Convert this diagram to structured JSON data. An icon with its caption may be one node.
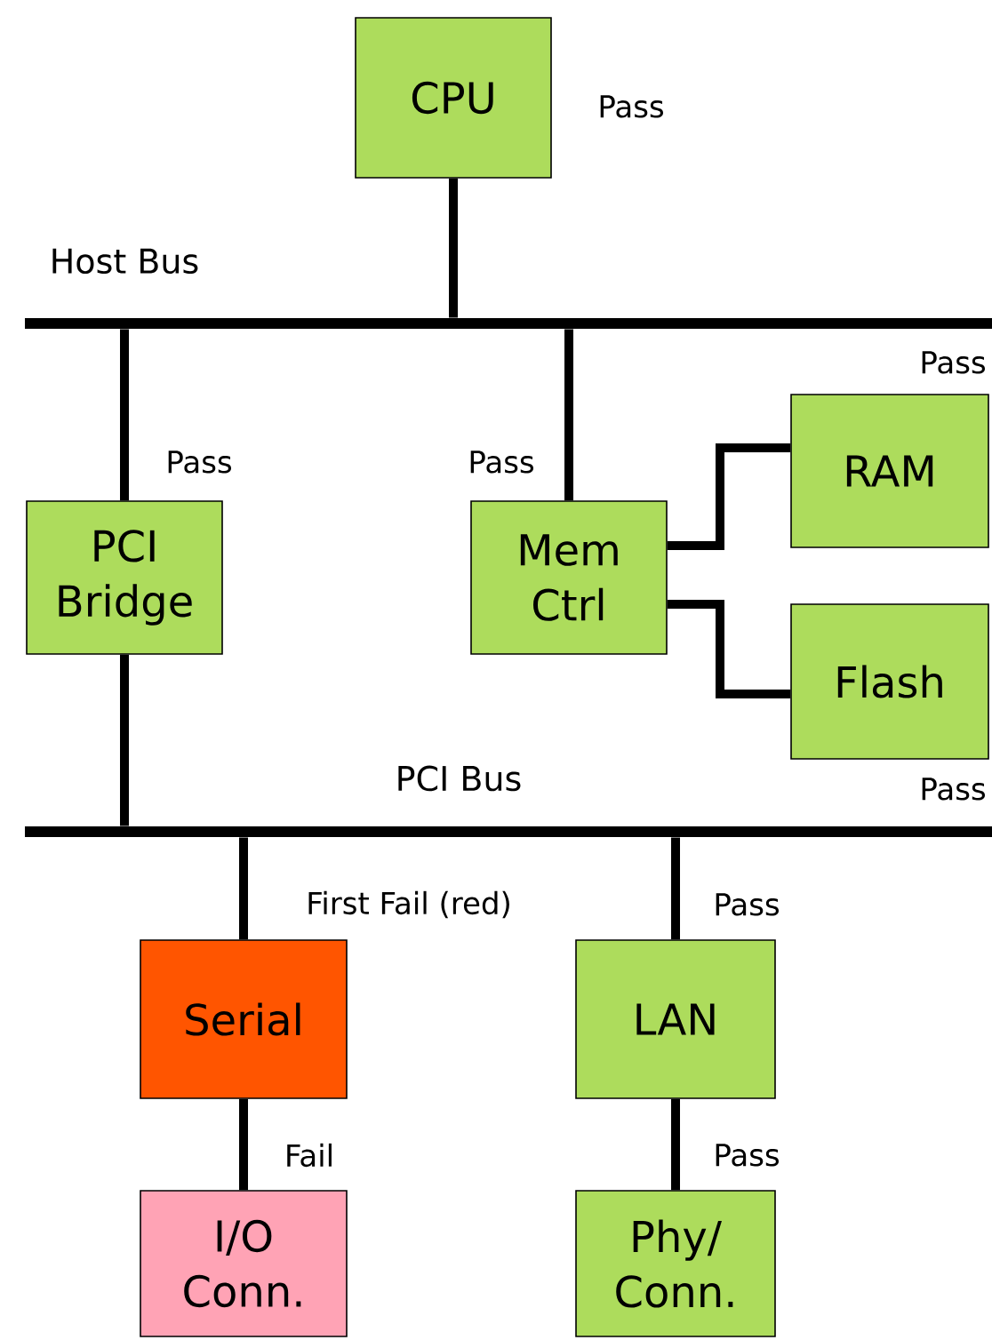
{
  "diagram": {
    "nodes": [
      {
        "text": [
          "CPU"
        ],
        "beside": [
          "Pass"
        ]
      },
      {
        "text": [
          "Host Bus"
        ]
      },
      {
        "text": [
          "PCI Bridge"
        ]
      },
      {
        "text": [
          "Mem Ctrl"
        ]
      },
      {
        "text": [
          "RAM"
        ]
      },
      {
        "text": [
          "Flash"
        ],
        "beside": [
          "Pass"
        ]
      },
      {
        "text": [
          "PCI Bus"
        ]
      },
      {
        "text": [
          "Serial"
        ]
      },
      {
        "text": [
          "LAN"
        ]
      },
      {
        "text": [
          "I/O Conn."
        ]
      },
      {
        "text": [
          "Phy/ Conn."
        ]
      }
    ],
    "edges": [
      {
        "from": 0,
        "to": 1,
        "arrow": "none"
      },
      {
        "from": 1,
        "to": 2,
        "arrow": "none",
        "label": "Pass"
      },
      {
        "from": 1,
        "to": 3,
        "arrow": "none",
        "label": "Pass"
      },
      {
        "from": 3,
        "to": 4,
        "arrow": "none",
        "label": "Pass"
      },
      {
        "from": 3,
        "to": 5,
        "arrow": "none"
      },
      {
        "from": 2,
        "to": 6,
        "arrow": "none"
      },
      {
        "from": 6,
        "to": 7,
        "arrow": "none",
        "label": "First Fail (red)"
      },
      {
        "from": 6,
        "to": 8,
        "arrow": "none",
        "label": "Pass"
      },
      {
        "from": 7,
        "to": 9,
        "arrow": "none",
        "label": "Fail"
      },
      {
        "from": 8,
        "to": 10,
        "arrow": "none",
        "label": "Pass"
      }
    ]
  }
}
